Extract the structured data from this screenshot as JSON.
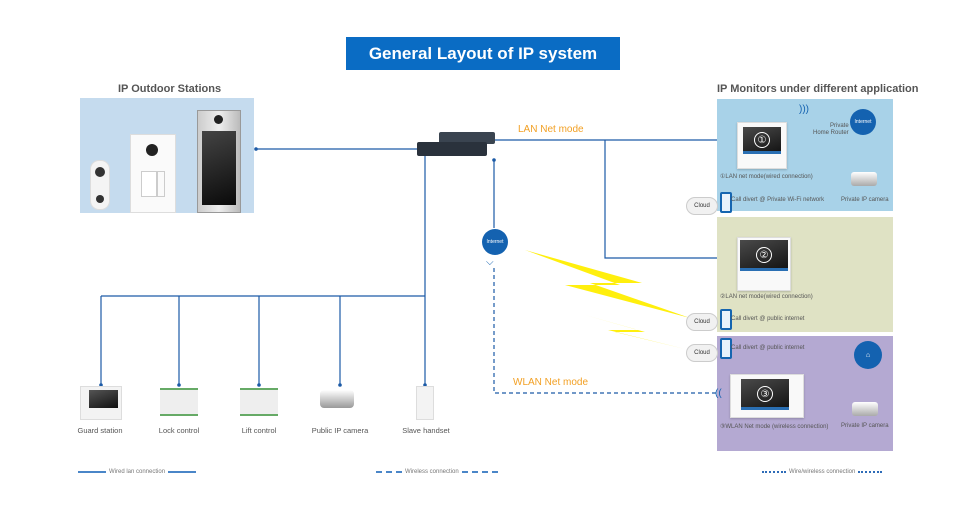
{
  "title": "General Layout of IP system",
  "outdoor": {
    "label": "IP Outdoor Stations",
    "devices": [
      "villa-station",
      "modular-station",
      "apartment-station"
    ]
  },
  "monitors_section": {
    "label": "IP Monitors under different application"
  },
  "modes": {
    "lan": "LAN Net mode",
    "wlan": "WLAN Net mode"
  },
  "panels": [
    {
      "number": "①",
      "caption": "①LAN net mode(wired connection)",
      "call_divert": "Call divert @ Private Wi-Fi network",
      "router_label": "Private\nHome Router",
      "router_badge": "Internet",
      "camera_label": "Private IP camera",
      "cloud": "Cloud",
      "color": "#a8d2e8"
    },
    {
      "number": "②",
      "caption": "②LAN net mode(wired connection)",
      "call_divert": "Call divert @ public internet",
      "cloud": "Cloud",
      "color": "#dfe2c4"
    },
    {
      "number": "③",
      "caption": "③WLAN Net mode (wireless connection)",
      "call_divert": "Call divert @ public internet",
      "camera_label": "Private IP camera",
      "cloud": "Cloud",
      "color": "#b4a9d2"
    }
  ],
  "center_router": {
    "badge": "Internet"
  },
  "bottom_devices": [
    {
      "label": "Guard station"
    },
    {
      "label": "Lock control"
    },
    {
      "label": "Lift control"
    },
    {
      "label": "Public IP camera"
    },
    {
      "label": "Slave handset"
    }
  ],
  "legend": {
    "wired": "Wired lan connection",
    "wireless": "Wireless connection",
    "wire_wireless": "Wire/wireless connection"
  },
  "colors": {
    "title_bg": "#0a6cc4",
    "line": "#1c5aa6",
    "mode_label": "#f2a024",
    "lightning": "#ffee00"
  }
}
